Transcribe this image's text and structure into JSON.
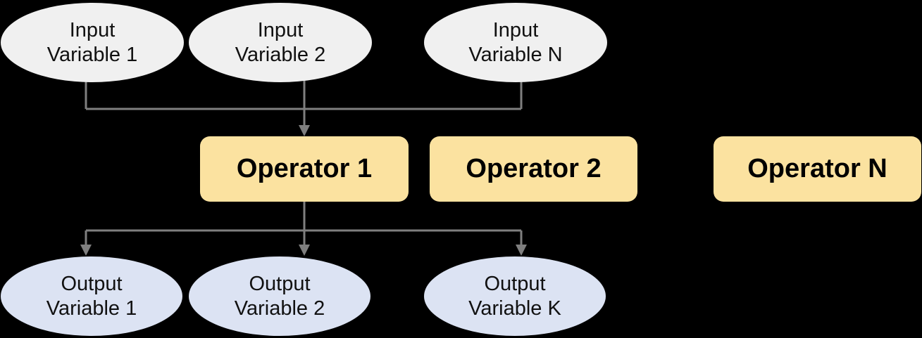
{
  "diagram": {
    "type": "flow-diagram",
    "description_visible_text_only": true,
    "colors": {
      "background": "#000000",
      "line": "#7f7f7f",
      "input_fill": "#f0f0f0",
      "operator_fill": "#fbe2a0",
      "output_fill": "#dce3f3",
      "text": "#111111",
      "operator_text": "#000000"
    },
    "nodes": {
      "input1": {
        "label": "Input\nVariable 1",
        "shape": "ellipse"
      },
      "input2": {
        "label": "Input\nVariable 2",
        "shape": "ellipse"
      },
      "inputN": {
        "label": "Input\nVariable N",
        "shape": "ellipse"
      },
      "operator1": {
        "label": "Operator 1",
        "shape": "rounded-rect"
      },
      "operator2": {
        "label": "Operator 2",
        "shape": "rounded-rect"
      },
      "operatorN": {
        "label": "Operator N",
        "shape": "rounded-rect"
      },
      "output1": {
        "label": "Output\nVariable 1",
        "shape": "ellipse"
      },
      "output2": {
        "label": "Output\nVariable 2",
        "shape": "ellipse"
      },
      "outputK": {
        "label": "Output\nVariable K",
        "shape": "ellipse"
      }
    },
    "edges": [
      "input1 -> operator1",
      "input2 -> operator1",
      "inputN -> operator1",
      "operator1 -> output1",
      "operator1 -> output2",
      "operator1 -> outputK"
    ]
  }
}
